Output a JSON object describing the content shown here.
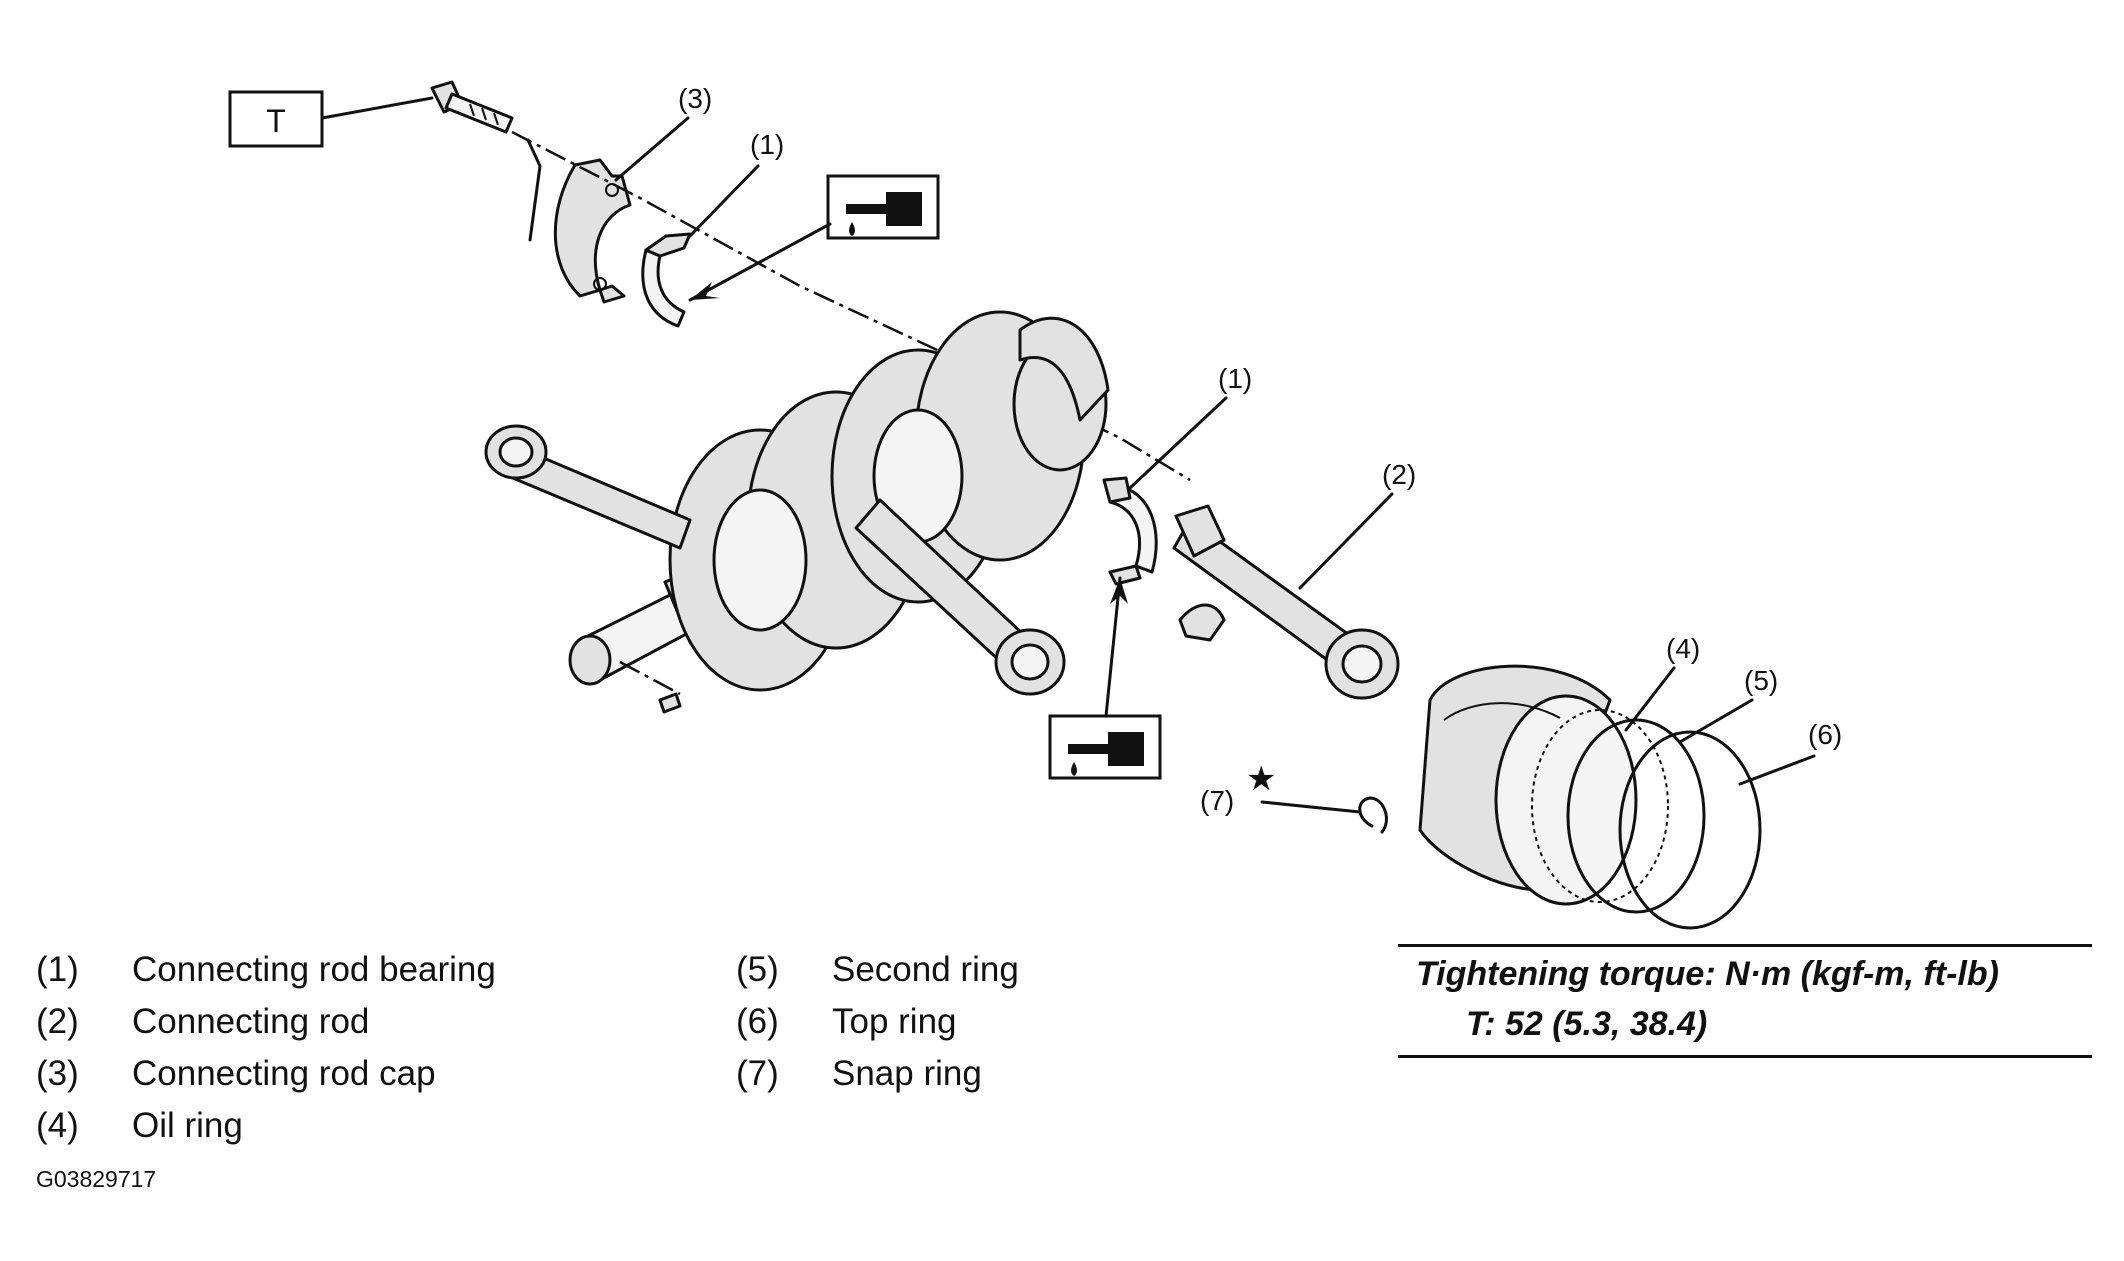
{
  "callouts": {
    "c3": "(3)",
    "c1_top": "(1)",
    "c1_mid": "(1)",
    "c2": "(2)",
    "c4": "(4)",
    "c5": "(5)",
    "c6": "(6)",
    "c7": "(7)",
    "torque_tag": "T",
    "star": "★"
  },
  "legend_left": [
    {
      "num": "(1)",
      "label": "Connecting rod bearing"
    },
    {
      "num": "(2)",
      "label": "Connecting rod"
    },
    {
      "num": "(3)",
      "label": "Connecting rod cap"
    },
    {
      "num": "(4)",
      "label": "Oil ring"
    }
  ],
  "legend_right": [
    {
      "num": "(5)",
      "label": "Second ring"
    },
    {
      "num": "(6)",
      "label": "Top ring"
    },
    {
      "num": "(7)",
      "label": "Snap ring"
    }
  ],
  "torque": {
    "heading": "Tightening torque: N·m (kgf-m, ft-lb)",
    "value": "T:   52 (5.3, 38.4)"
  },
  "figure_id": "G03829717",
  "icons": [
    "oil-application-icon",
    "oil-application-icon"
  ],
  "colors": {
    "ink": "#111111",
    "background": "#ffffff"
  }
}
